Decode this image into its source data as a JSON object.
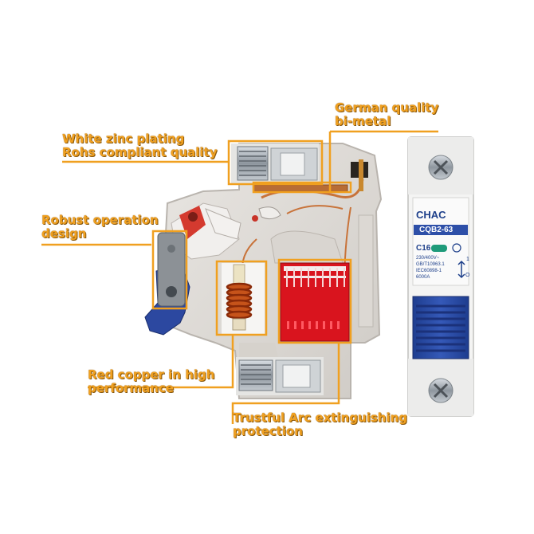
{
  "labels": {
    "white_zinc": [
      "White zinc plating",
      "Rohs compliant quality"
    ],
    "german": [
      "German quality",
      "bi-metal"
    ],
    "robust": [
      "Robust operation",
      "design"
    ],
    "red_copper": [
      "Red copper in high",
      "performance"
    ],
    "arc": [
      "Trustful Arc extinguishing",
      "protection"
    ]
  },
  "breaker_face": {
    "brand": "CHAC",
    "model": "CQB2-63",
    "rating": "C16",
    "spec_lines": [
      "230/400V~",
      "GB/T10963.1",
      "IEC60898-1",
      "6000A"
    ],
    "switch_marks": [
      "1",
      "O"
    ]
  },
  "colors": {
    "accent": "#f0a020",
    "breaker_blue": "#2d4fa8",
    "arc_red": "#d9141e"
  }
}
